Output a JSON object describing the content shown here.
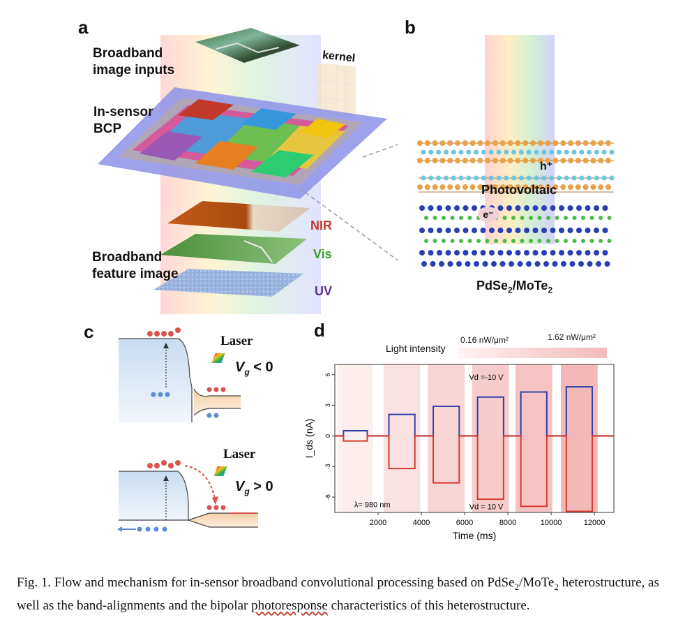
{
  "panel_a": {
    "letter": "a",
    "inputs_label": [
      "Broadband",
      "image inputs"
    ],
    "kernel_label": "kernel",
    "bcp_label": [
      "In-sensor",
      "BCP"
    ],
    "feature_label": [
      "Broadband",
      "feature image"
    ],
    "bands": [
      "NIR",
      "Vis",
      "UV"
    ],
    "band_colors": [
      "#c0392b",
      "#3c9a2e",
      "#5b2d8e"
    ]
  },
  "panel_b": {
    "letter": "b",
    "hole": "h⁺",
    "electron": "e⁻",
    "effect_label": "Photovoltaic",
    "material_label_parts": [
      "PdSe",
      "2",
      "/MoTe",
      "2"
    ]
  },
  "panel_c": {
    "letter": "c",
    "top": {
      "laser": "Laser",
      "gate": "V",
      "gate_sub": "g",
      "condition": "< 0"
    },
    "bottom": {
      "laser": "Laser",
      "gate": "V",
      "gate_sub": "g",
      "condition": "> 0"
    }
  },
  "panel_d": {
    "letter": "d",
    "light_intensity_label": "Light intensity",
    "intensity_low": "0.16 nW/μm²",
    "intensity_high": "1.62 nW/μm²",
    "vd_neg_label": "V",
    "vd_neg_sub": "d",
    "vd_neg_value": "=-10 V",
    "vd_pos_label": "V",
    "vd_pos_sub": "d",
    "vd_pos_value": "= 10 V",
    "wavelength": "λ= 980 nm",
    "chart_data": {
      "type": "line",
      "xlabel": "Time (ms)",
      "ylabel": "I_ds (nA)",
      "xlim": [
        0,
        12900
      ],
      "ylim": [
        -7.5,
        7
      ],
      "xticks": [
        2000,
        4000,
        6000,
        8000,
        10000,
        12000
      ],
      "yticks": [
        6,
        3,
        0,
        -3,
        -6
      ],
      "pulses": [
        {
          "on": 400,
          "off": 1500
        },
        {
          "on": 2500,
          "off": 3700
        },
        {
          "on": 4550,
          "off": 5750
        },
        {
          "on": 6600,
          "off": 7800
        },
        {
          "on": 8600,
          "off": 9800
        },
        {
          "on": 10700,
          "off": 11900
        }
      ],
      "series": [
        {
          "name": "V_d = -10 V",
          "color": "#2e3fa8",
          "on_values": [
            0.5,
            2.1,
            2.9,
            3.8,
            4.3,
            4.8
          ],
          "baseline": 0
        },
        {
          "name": "V_d = 10 V",
          "color": "#d63a2f",
          "on_values": [
            -0.5,
            -3.2,
            -4.6,
            -6.2,
            -6.9,
            -7.4
          ],
          "baseline": 0
        }
      ]
    }
  },
  "caption": {
    "before": "Fig. 1. Flow and mechanism for in-sensor broadband convolutional processing based on PdSe",
    "sub1": "2",
    "mid": "/MoTe",
    "sub2": "2",
    "line2_before": " heterostructure, as well as the band-alignments and the bipolar ",
    "misspelled": "photoresponse",
    "line2_after": " characteristics of this heterostructure."
  }
}
